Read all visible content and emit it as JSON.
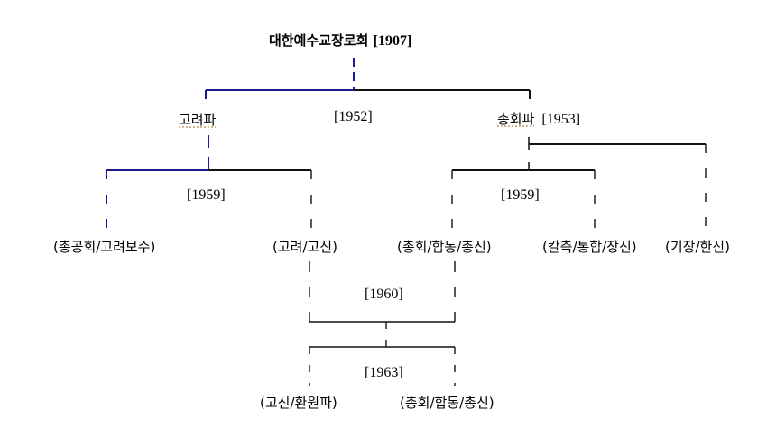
{
  "diagram": {
    "root": {
      "name": "대한예수교장로회",
      "year": "[1907]"
    },
    "level1": {
      "left": {
        "name": "고려파"
      },
      "split_year": "[1952]",
      "right": {
        "name": "총회파",
        "year": "[1953]"
      }
    },
    "level2": {
      "goryeo_split_year": "[1959]",
      "chonghoe_split_year": "[1959]",
      "nodes": [
        {
          "name": "(총공회/고려보수)"
        },
        {
          "name": "(고려/고신)"
        },
        {
          "name": "(총회/합동/총신)"
        },
        {
          "name": "(칼측/통합/장신)"
        },
        {
          "name": "(기장/한신)"
        }
      ]
    },
    "merge_year": "[1960]",
    "resplit_year": "[1963]",
    "level3": {
      "nodes": [
        {
          "name": "(고신/환원파)"
        },
        {
          "name": "(총회/합동/총신)"
        }
      ]
    },
    "colors": {
      "highlight_line": "#1a1a8c",
      "line": "#111111"
    }
  }
}
